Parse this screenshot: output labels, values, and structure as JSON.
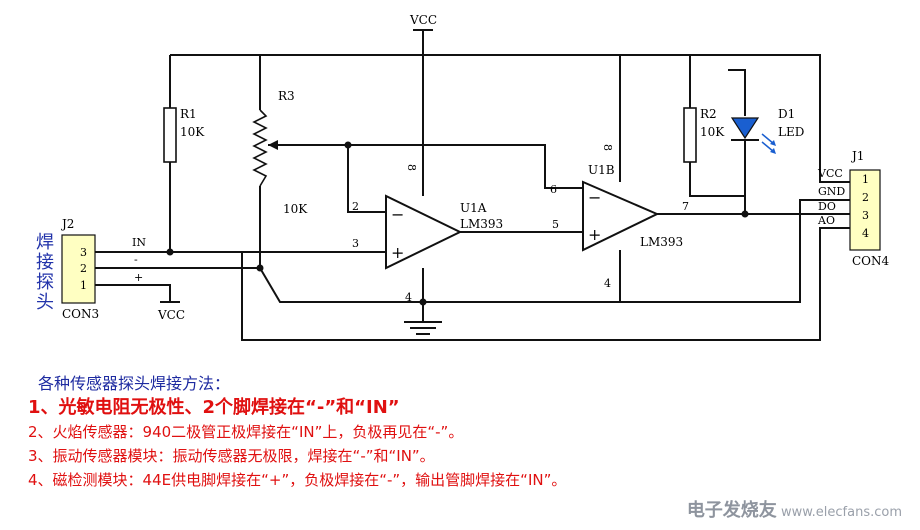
{
  "schematic": {
    "vcc_top": "VCC",
    "r1": {
      "name": "R1",
      "value": "10K"
    },
    "r3": {
      "name": "R3",
      "value": "10K"
    },
    "r2": {
      "name": "R2",
      "value": "10K"
    },
    "d1": {
      "name": "D1",
      "value": "LED"
    },
    "u1a": {
      "name": "U1A",
      "part": "LM393"
    },
    "u1b": {
      "name": "U1B",
      "part": "LM393"
    },
    "j1": {
      "name": "J1",
      "part": "CON4",
      "pins": [
        "1",
        "2",
        "3",
        "4"
      ],
      "nets": [
        "VCC",
        "GND",
        "DO",
        "AO"
      ]
    },
    "j2": {
      "name": "J2",
      "part": "CON3",
      "pins": [
        "3",
        "2",
        "1"
      ],
      "nets": [
        "IN",
        "-",
        "+"
      ],
      "side_label": [
        "焊",
        "接",
        "探",
        "头"
      ]
    },
    "vcc_bottom": "VCC",
    "pin_numbers": {
      "p8a": "8",
      "p8b": "8",
      "p2": "2",
      "p3": "3",
      "p6": "6",
      "p5": "5",
      "p7": "7",
      "p4a": "4",
      "p4b": "4"
    },
    "op_signs": {
      "minus": "−",
      "plus": "+"
    }
  },
  "notes": [
    "各种传感器探头焊接方法：",
    "1、光敏电阻无极性、2个脚焊接在“-”和“IN”",
    "2、火焰传感器：940二极管正极焊接在“IN”上，负极再见在“-”。",
    "3、振动传感器模块：振动传感器无极限，焊接在“-”和“IN”。",
    "4、磁检测模块：44E供电脚焊接在“+”，负极焊接在“-”，输出管脚焊接在“IN”。"
  ],
  "watermark": {
    "brand": "电子发烧友",
    "url": "www.elecfans.com"
  }
}
